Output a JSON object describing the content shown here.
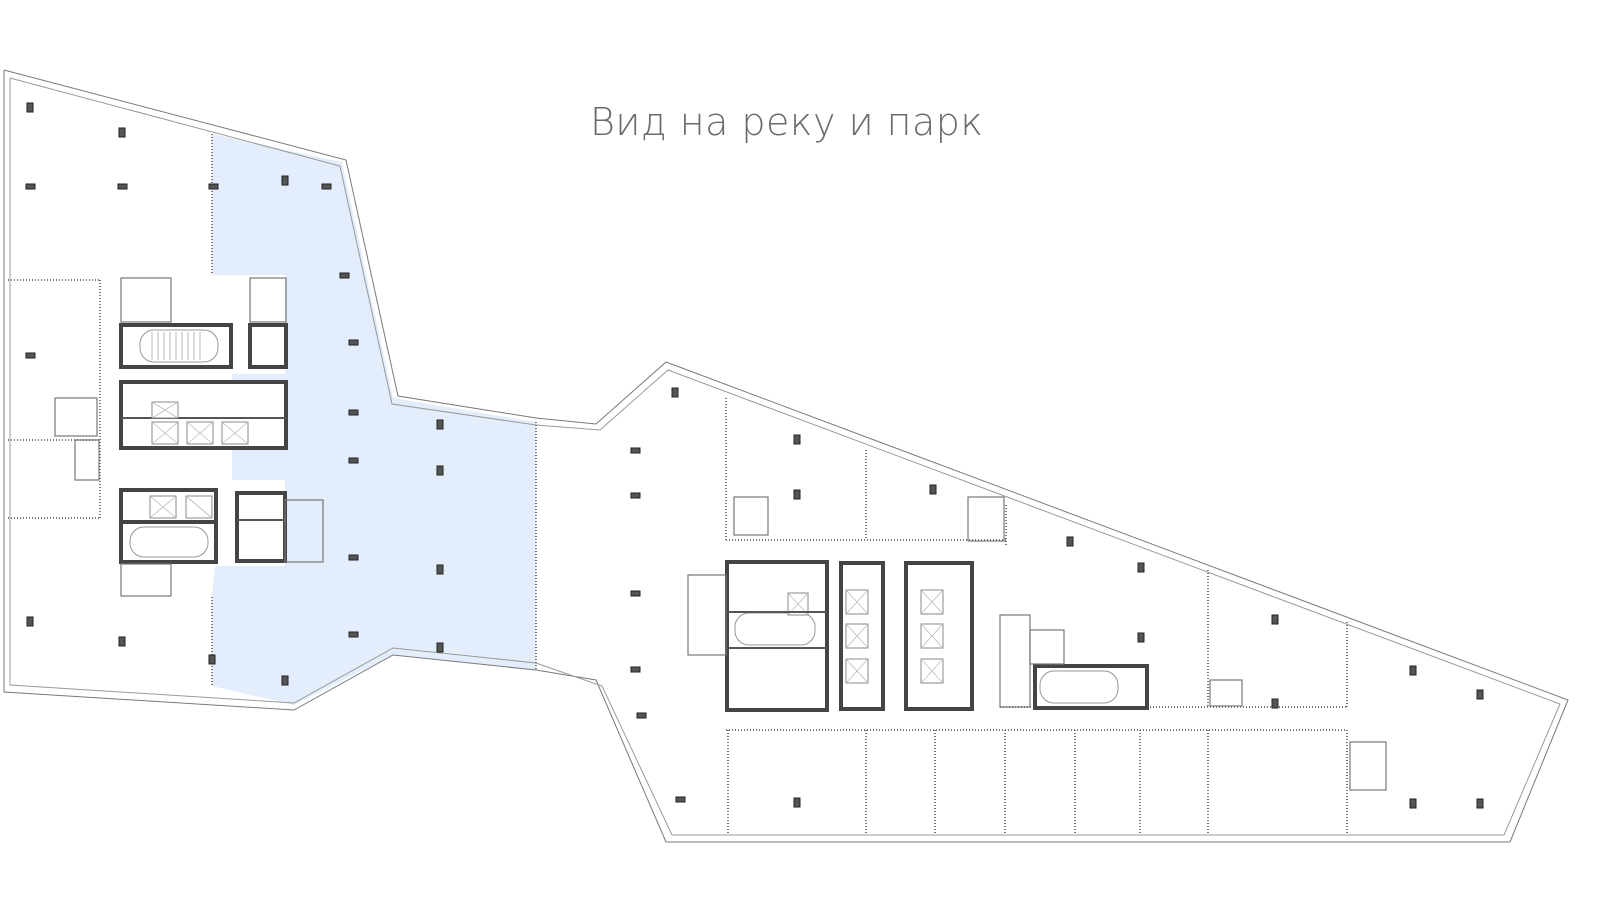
{
  "header": {
    "view_label": "Вид на реку и парк"
  },
  "plan": {
    "highlight_color": "#e3edfc",
    "wall_color": "#555555",
    "facade_color": "#7a7a7a",
    "left_building": {
      "selected_unit": "highlighted-office-left-east",
      "units": [
        "office-nw",
        "office-w-mid",
        "office-w-south",
        "office-sw",
        "highlighted-office-left-east"
      ]
    },
    "right_building": {
      "units": [
        "office-open-west",
        "office-n1",
        "office-n2",
        "office-ne",
        "office-e1",
        "office-east-tip",
        "office-s1",
        "office-s2",
        "office-s3",
        "office-s4",
        "office-s5",
        "office-s6"
      ]
    }
  }
}
